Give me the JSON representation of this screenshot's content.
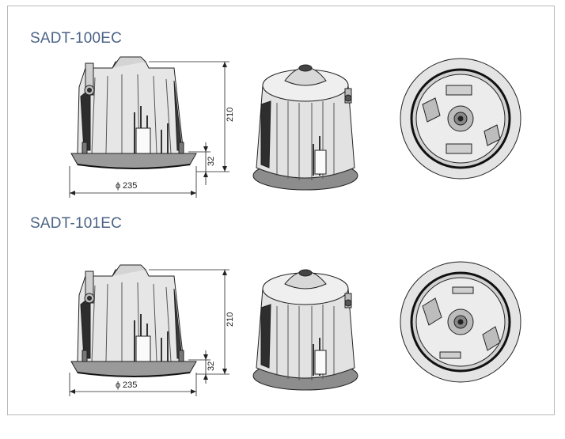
{
  "colors": {
    "title": "#4b6486",
    "frame": "#b9b9b9",
    "line": "#222222"
  },
  "models": [
    {
      "name": "SADT-100EC",
      "dim_height": "210",
      "dim_flange": "32",
      "dim_diameter": "235"
    },
    {
      "name": "SADT-101EC",
      "dim_height": "210",
      "dim_flange": "32",
      "dim_diameter": "235"
    }
  ]
}
